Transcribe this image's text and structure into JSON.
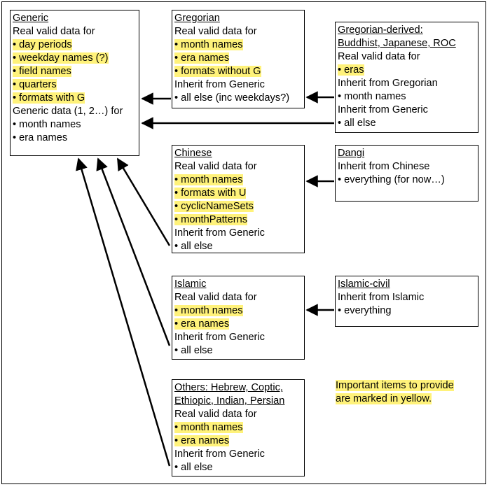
{
  "boxes": {
    "generic": {
      "title": "Generic",
      "lines": [
        {
          "text": "Real valid data for",
          "bullet": false,
          "hl": false
        },
        {
          "text": "day periods",
          "bullet": true,
          "hl": true
        },
        {
          "text": "weekday names (?)",
          "bullet": true,
          "hl": true
        },
        {
          "text": "field names",
          "bullet": true,
          "hl": true
        },
        {
          "text": "quarters",
          "bullet": true,
          "hl": true
        },
        {
          "text": "formats with G",
          "bullet": true,
          "hl": true
        },
        {
          "text": "Generic data (1, 2…) for",
          "bullet": false,
          "hl": false
        },
        {
          "text": "month names",
          "bullet": true,
          "hl": false
        },
        {
          "text": "era names",
          "bullet": true,
          "hl": false
        }
      ]
    },
    "gregorian": {
      "title": "Gregorian",
      "lines": [
        {
          "text": "Real valid data for",
          "bullet": false,
          "hl": false
        },
        {
          "text": "month names",
          "bullet": true,
          "hl": true
        },
        {
          "text": "era names",
          "bullet": true,
          "hl": true
        },
        {
          "text": "formats without G",
          "bullet": true,
          "hl": true
        },
        {
          "text": "Inherit from Generic",
          "bullet": false,
          "hl": false
        },
        {
          "text": "all else (inc weekdays?)",
          "bullet": true,
          "hl": false
        }
      ]
    },
    "greg_derived": {
      "title": "Gregorian-derived:",
      "title2": "Buddhist, Japanese, ROC",
      "lines": [
        {
          "text": "Real valid data for",
          "bullet": false,
          "hl": false
        },
        {
          "text": "eras",
          "bullet": true,
          "hl": true
        },
        {
          "text": "Inherit from Gregorian",
          "bullet": false,
          "hl": false
        },
        {
          "text": "month names",
          "bullet": true,
          "hl": false
        },
        {
          "text": "Inherit from Generic",
          "bullet": false,
          "hl": false
        },
        {
          "text": "all else",
          "bullet": true,
          "hl": false
        }
      ]
    },
    "chinese": {
      "title": "Chinese",
      "lines": [
        {
          "text": "Real valid data for",
          "bullet": false,
          "hl": false
        },
        {
          "text": "month names",
          "bullet": true,
          "hl": true
        },
        {
          "text": "formats with U",
          "bullet": true,
          "hl": true
        },
        {
          "text": "cyclicNameSets",
          "bullet": true,
          "hl": true
        },
        {
          "text": "monthPatterns",
          "bullet": true,
          "hl": true
        },
        {
          "text": "Inherit from Generic",
          "bullet": false,
          "hl": false
        },
        {
          "text": "all else",
          "bullet": true,
          "hl": false
        }
      ]
    },
    "dangi": {
      "title": "Dangi",
      "lines": [
        {
          "text": "Inherit from Chinese",
          "bullet": false,
          "hl": false
        },
        {
          "text": "everything (for now…)",
          "bullet": true,
          "hl": false
        }
      ]
    },
    "islamic": {
      "title": "Islamic",
      "lines": [
        {
          "text": "Real valid data for",
          "bullet": false,
          "hl": false
        },
        {
          "text": "month names",
          "bullet": true,
          "hl": true
        },
        {
          "text": "era names",
          "bullet": true,
          "hl": true
        },
        {
          "text": "Inherit from Generic",
          "bullet": false,
          "hl": false
        },
        {
          "text": "all else",
          "bullet": true,
          "hl": false
        }
      ]
    },
    "islamic_civil": {
      "title": "Islamic-civil",
      "lines": [
        {
          "text": "Inherit from Islamic",
          "bullet": false,
          "hl": false
        },
        {
          "text": "everything",
          "bullet": true,
          "hl": false
        }
      ]
    },
    "others": {
      "title": "Others: Hebrew, Coptic,",
      "title2": "Ethiopic, Indian, Persian",
      "lines": [
        {
          "text": "Real valid data for",
          "bullet": false,
          "hl": false
        },
        {
          "text": "month names",
          "bullet": true,
          "hl": true
        },
        {
          "text": "era names",
          "bullet": true,
          "hl": true
        },
        {
          "text": "Inherit from Generic",
          "bullet": false,
          "hl": false
        },
        {
          "text": "all else",
          "bullet": true,
          "hl": false
        }
      ]
    }
  },
  "note": {
    "line1": "Important items to provide",
    "line2": "are marked in yellow."
  },
  "colors": {
    "highlight": "#fff27a",
    "border": "#000000"
  }
}
